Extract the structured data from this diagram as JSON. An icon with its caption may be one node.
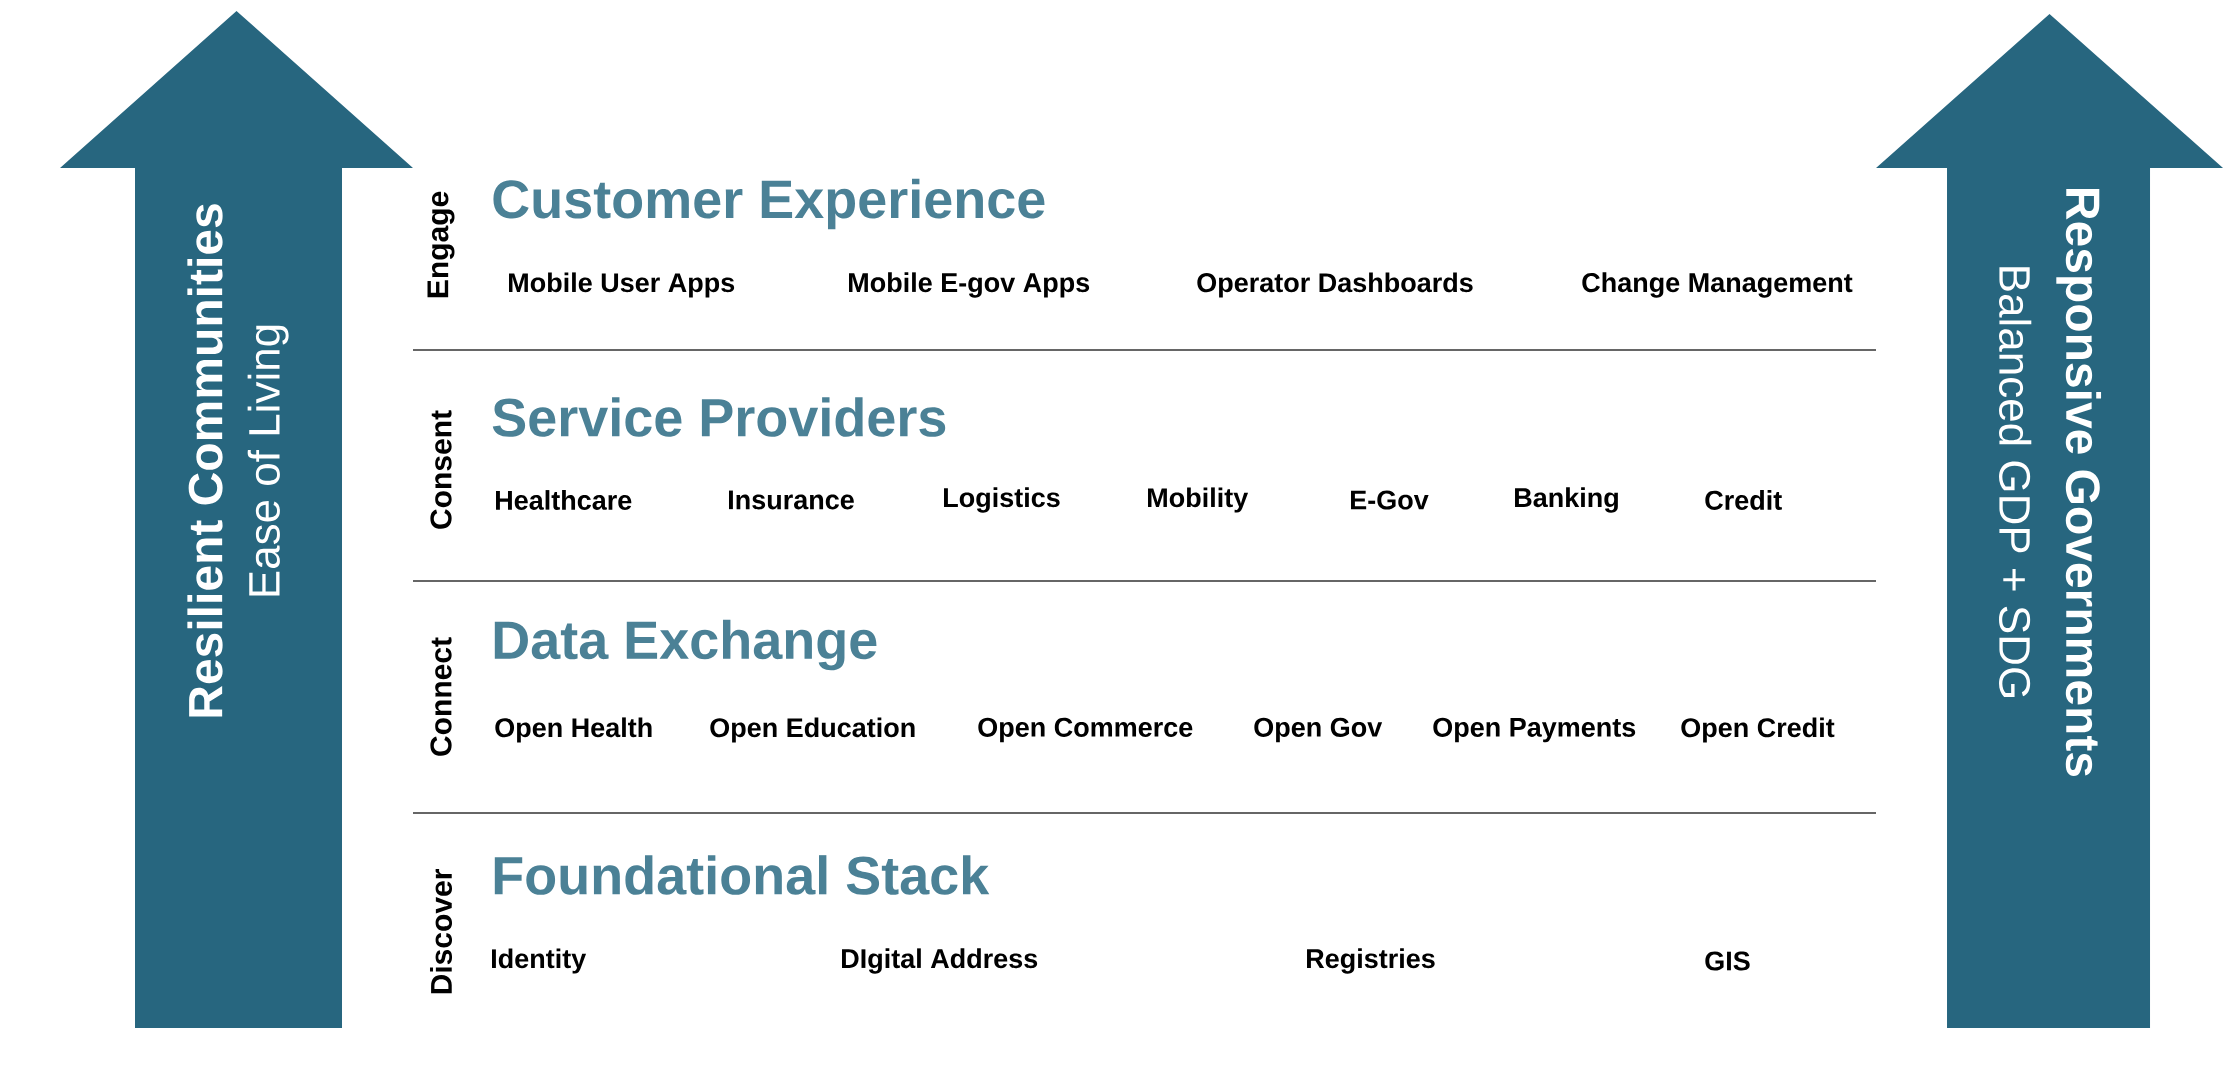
{
  "diagram": {
    "nodes": [
      {
        "text": [
          "Resilient Communities",
          "Ease of Living"
        ]
      },
      {
        "text": [
          "Engage",
          "Customer Experience",
          "Mobile User Apps",
          "Mobile E-gov Apps",
          "Operator Dashboards",
          "Change Management"
        ]
      },
      {
        "text": [
          "Consent",
          "Service Providers",
          "Healthcare",
          "Insurance",
          "Logistics",
          "Mobility",
          "E-Gov",
          "Banking",
          "Credit"
        ]
      },
      {
        "text": [
          "Connect",
          "Data Exchange",
          "Open Health",
          "Open Education",
          "Open Commerce",
          "Open Gov",
          "Open Payments",
          "Open Credit"
        ]
      },
      {
        "text": [
          "Discover",
          "Foundational Stack",
          "Identity",
          "DIgital Address",
          "Registries",
          "GIS"
        ]
      },
      {
        "text": [
          "Responsive Governments",
          "Balanced GDP + SDG"
        ]
      }
    ]
  }
}
